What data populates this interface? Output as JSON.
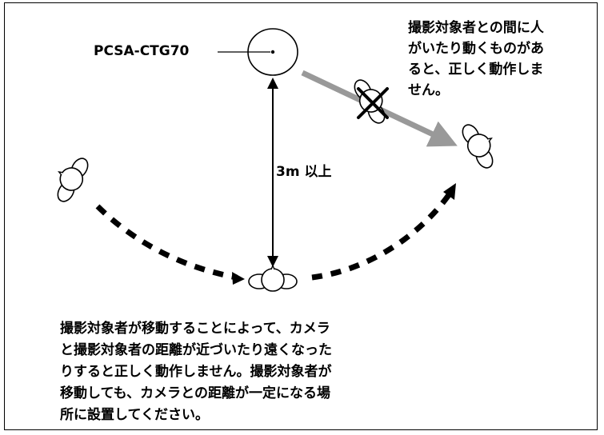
{
  "device": {
    "label": "PCSA-CTG70"
  },
  "distance_label": "3m 以上",
  "warning_note": "撮影対象者との間に人\nがいたり動くものがあ\nると、正しく動作しま\nせん。",
  "instruction_note": "撮影対象者が移動することによって、カメラ\nと撮影対象者の距離が近づいたり遠くなった\nりすると正しく動作しません。撮影対象者が\n移動しても、カメラとの距離が一定になる場\n所に設置してください。",
  "colors": {
    "line": "#000000",
    "blocked_path": "#999999",
    "background": "#ffffff"
  }
}
